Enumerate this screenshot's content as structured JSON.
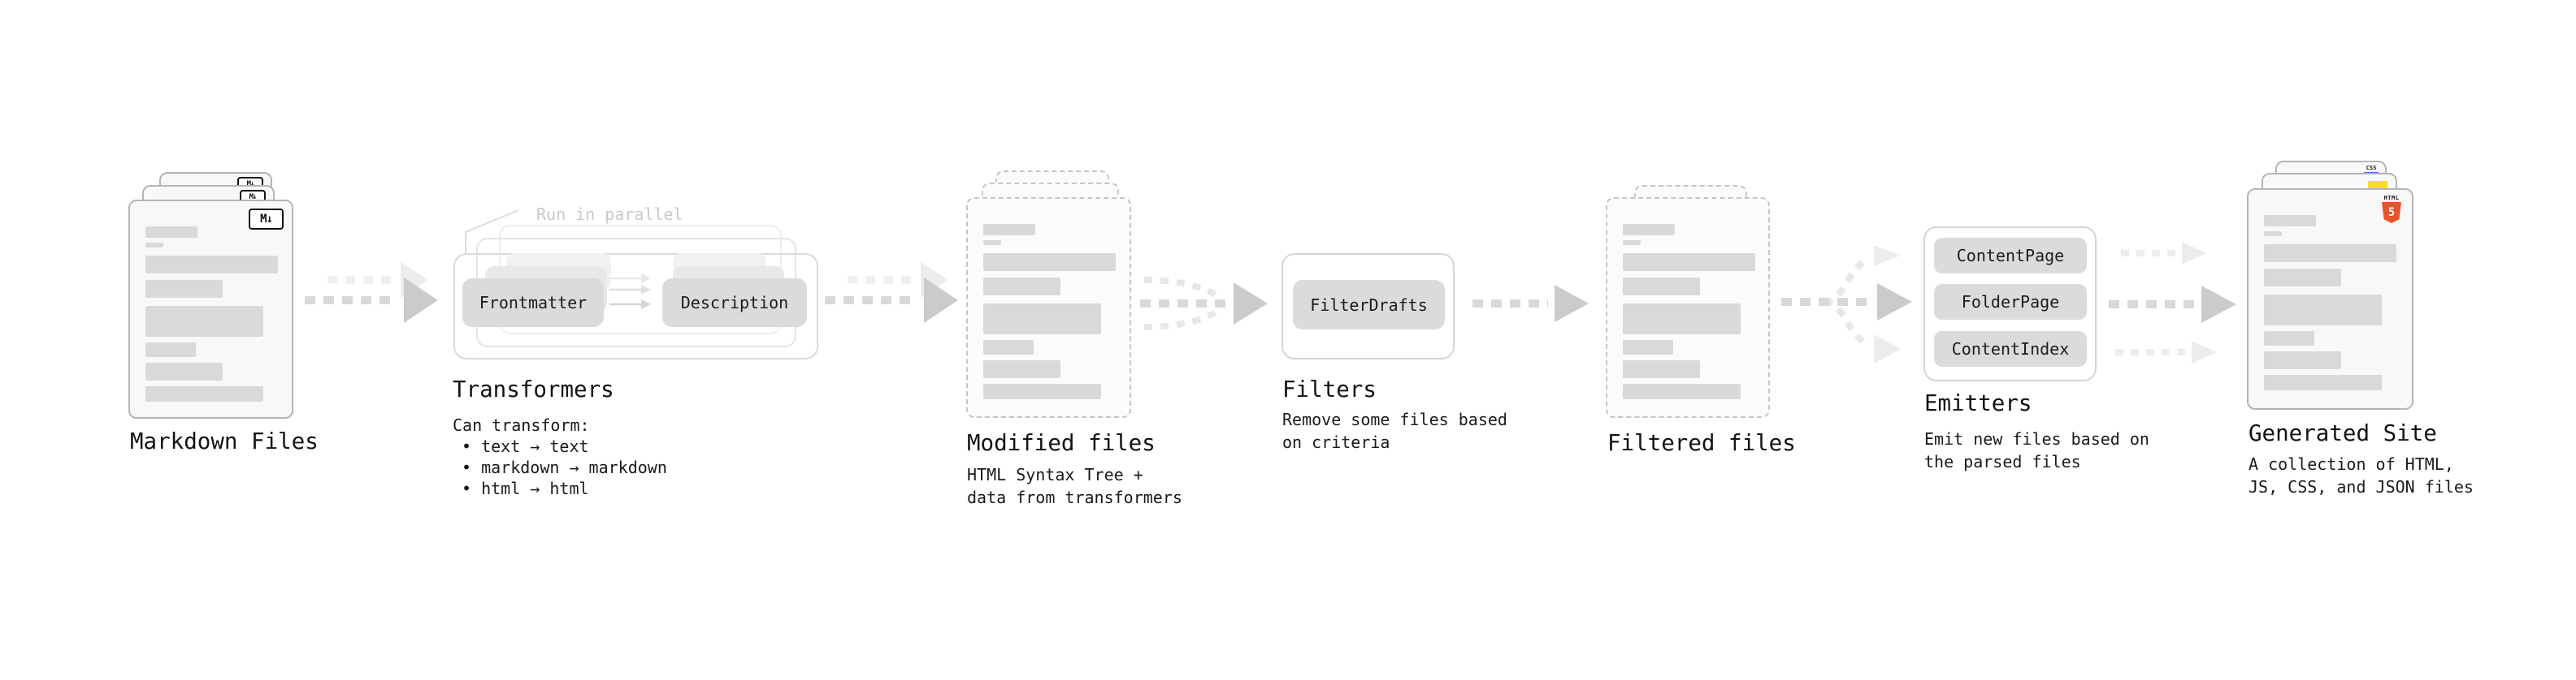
{
  "stages": {
    "markdown_files": {
      "title": "Markdown Files"
    },
    "transformers": {
      "title": "Transformers",
      "annotation": "Run in parallel",
      "intro": "Can transform:",
      "bullets": [
        "• text → text",
        "• markdown → markdown",
        "• html → html"
      ],
      "buttons": {
        "frontmatter": "Frontmatter",
        "description": "Description"
      }
    },
    "modified_files": {
      "title": "Modified files",
      "sub": [
        "HTML Syntax Tree +",
        "data from transformers"
      ]
    },
    "filters": {
      "title": "Filters",
      "sub": [
        "Remove some files based",
        "on criteria"
      ],
      "buttons": {
        "filter_drafts": "FilterDrafts"
      }
    },
    "filtered_files": {
      "title": "Filtered files"
    },
    "emitters": {
      "title": "Emitters",
      "sub": [
        "Emit new files based on",
        "the parsed files"
      ],
      "buttons": {
        "content_page": "ContentPage",
        "folder_page": "FolderPage",
        "content_index": "ContentIndex"
      }
    },
    "generated_site": {
      "title": "Generated Site",
      "sub": [
        "A collection of HTML,",
        "JS, CSS, and JSON files"
      ]
    }
  },
  "icons": {
    "markdown_badge": "M↓",
    "html5_label": "HTML",
    "html5_number": "5",
    "css_label": "CSS"
  },
  "colors": {
    "js_yellow": "#f7df1e",
    "css_blue": "#3e6ff4",
    "html_orange": "#e8532c"
  }
}
